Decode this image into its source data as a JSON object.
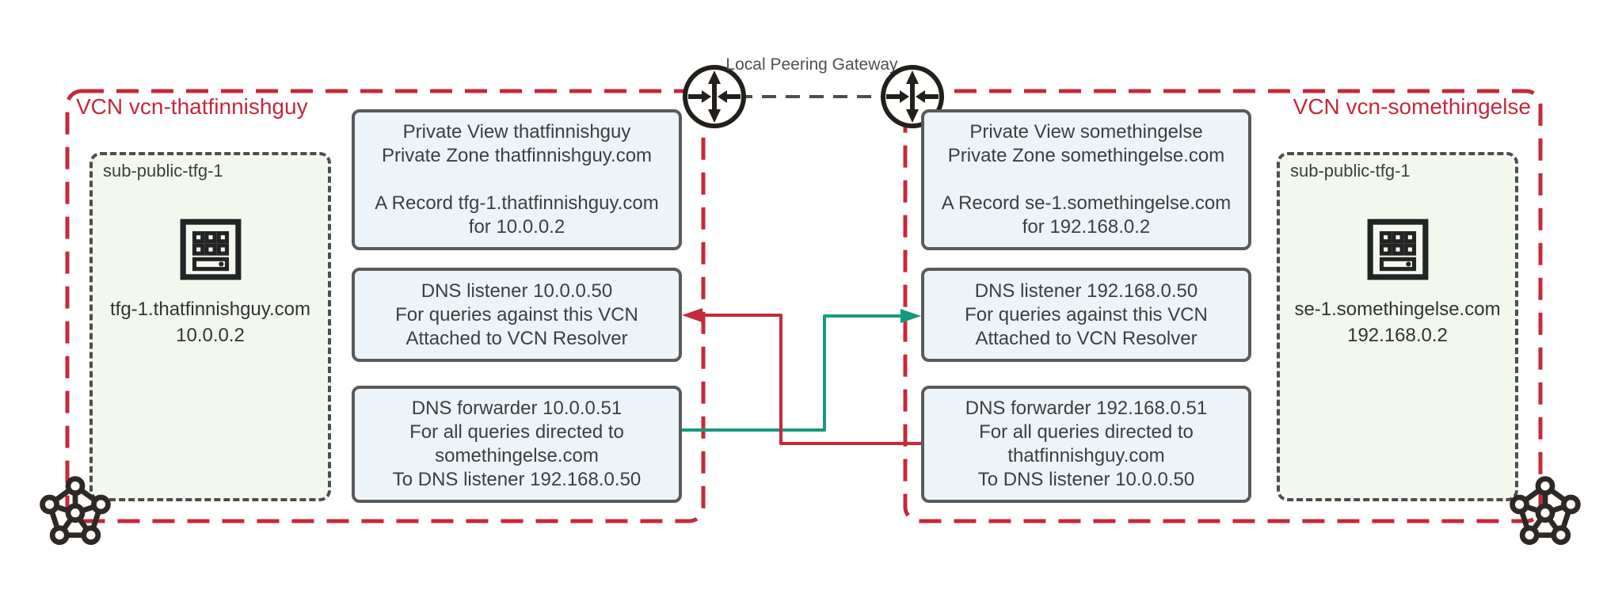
{
  "lpg": {
    "label": "Local Peering Gateway"
  },
  "vcn_left": {
    "label": "VCN vcn-thatfinnishguy",
    "subnet": {
      "label": "sub-public-tfg-1",
      "hostname": "tfg-1.thatfinnishguy.com",
      "ip": "10.0.0.2"
    },
    "private_view": {
      "lines": [
        "Private View thatfinnishguy",
        "Private Zone thatfinnishguy.com",
        "",
        "A Record tfg-1.thatfinnishguy.com",
        "for 10.0.0.2"
      ]
    },
    "dns_listener": {
      "lines": [
        "DNS listener 10.0.0.50",
        "For queries against this VCN",
        "Attached to VCN Resolver"
      ]
    },
    "dns_forwarder": {
      "lines": [
        "DNS forwarder 10.0.0.51",
        "For all queries directed to",
        "somethingelse.com",
        "To DNS listener 192.168.0.50"
      ]
    }
  },
  "vcn_right": {
    "label": "VCN vcn-somethingelse",
    "subnet": {
      "label": "sub-public-tfg-1",
      "hostname": "se-1.somethingelse.com",
      "ip": "192.168.0.2"
    },
    "private_view": {
      "lines": [
        "Private View somethingelse",
        "Private Zone somethingelse.com",
        "",
        "A Record se-1.somethingelse.com",
        "for 192.168.0.2"
      ]
    },
    "dns_listener": {
      "lines": [
        "DNS listener 192.168.0.50",
        "For queries against this VCN",
        "Attached to VCN Resolver"
      ]
    },
    "dns_forwarder": {
      "lines": [
        "DNS forwarder 192.168.0.51",
        "For all queries directed to",
        "thatfinnishguy.com",
        "To DNS listener 10.0.0.50"
      ]
    }
  },
  "colors": {
    "vcn_border_red": "#C5293A",
    "arrow_red": "#C5293A",
    "arrow_teal": "#16997F",
    "box_fill": "#EDF4F9",
    "box_border": "#5A5A5A",
    "subnet_fill": "#F3F8EE",
    "subnet_border": "#4D4D4D",
    "icon_black": "#231F1B"
  },
  "icons": [
    "local-peering-gateway-icon",
    "compute-instance-icon",
    "network-cluster-icon"
  ]
}
